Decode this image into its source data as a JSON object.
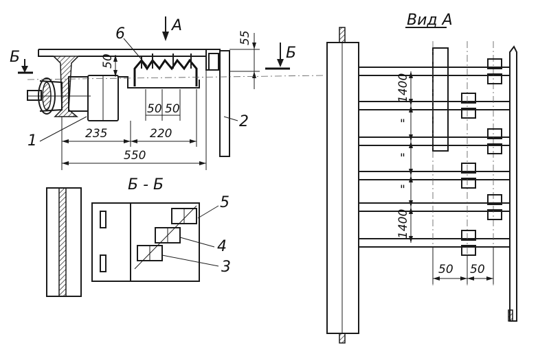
{
  "section_marker": "Б",
  "section_title": "Б - Б",
  "view_marker": "А",
  "view_title": "Вид А",
  "dims": {
    "d50_vertical": "50",
    "d55": "55",
    "d235": "235",
    "d220": "220",
    "d550": "550",
    "d50a": "50",
    "d50b": "50",
    "d1400_top": "1400",
    "ditto1": "\"",
    "ditto2": "\"",
    "ditto3": "\"",
    "d1400_bottom": "1400",
    "d50_view_left": "50",
    "d50_view_right": "50"
  },
  "callouts": {
    "c1": "1",
    "c2": "2",
    "c3": "3",
    "c4": "4",
    "c5": "5",
    "c6": "6"
  }
}
